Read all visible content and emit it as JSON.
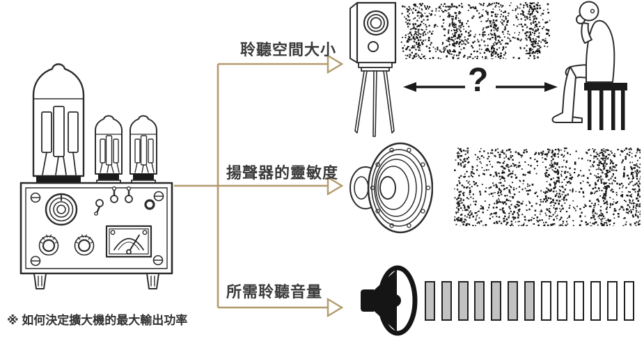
{
  "caption": {
    "text": "※ 如何決定擴大機的最大輸出功率"
  },
  "branches": [
    {
      "label": "聆聽空間大小"
    },
    {
      "label": "揚聲器的靈敏度"
    },
    {
      "label": "所需聆聽音量"
    }
  ],
  "distance": {
    "question_mark": "?"
  },
  "volume_meter": {
    "bars_total": 13,
    "bars_filled": 7
  },
  "colors": {
    "connector_arrow": "#b29a6c",
    "line_art": "#2b2b2b",
    "label_text": "#3a3a3a",
    "bar_fill": "#c2c2c2",
    "solid_black": "#151515"
  },
  "icons": {
    "amplifier": "tube-amplifier-illustration",
    "speaker_on_stand": "bookshelf-speaker-on-tripod-stand",
    "listener": "seated-person-on-stool",
    "woofer": "speaker-driver-cone",
    "horn": "loudspeaker-solid-icon",
    "sound_dots": "sound-wave-dot-pattern"
  }
}
